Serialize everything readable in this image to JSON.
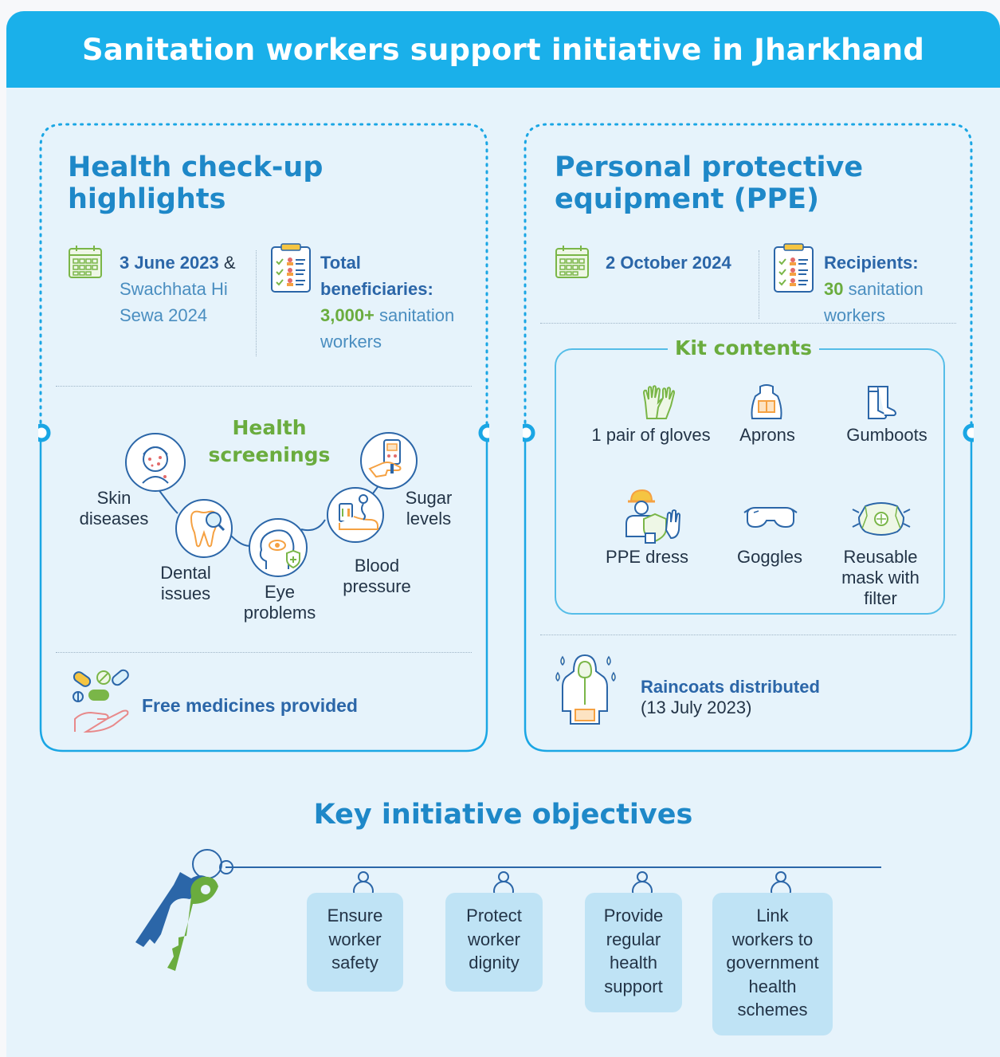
{
  "title": "Sanitation workers support initiative in Jharkhand",
  "health": {
    "heading_line1": "Health check-up",
    "heading_line2": "highlights",
    "date_bold": "3 June 2023",
    "date_amp": " &",
    "date_line2": "Swachhata Hi",
    "date_line3": "Sewa 2024",
    "beneficiaries_label_line1": "Total",
    "beneficiaries_label_line2": "beneficiaries:",
    "beneficiaries_value": "3,000+",
    "beneficiaries_rest1": " sanitation",
    "beneficiaries_rest2": "workers",
    "screenings_title_line1": "Health",
    "screenings_title_line2": "screenings",
    "screenings": [
      {
        "line1": "Skin",
        "line2": "diseases",
        "icon": "face-rash-icon"
      },
      {
        "line1": "Dental",
        "line2": "issues",
        "icon": "tooth-magnifier-icon"
      },
      {
        "line1": "Eye",
        "line2": "problems",
        "icon": "eye-head-icon"
      },
      {
        "line1": "Blood",
        "line2": "pressure",
        "icon": "blood-pressure-icon"
      },
      {
        "line1": "Sugar",
        "line2": "levels",
        "icon": "glucometer-icon"
      }
    ],
    "medicines": "Free medicines provided"
  },
  "ppe": {
    "heading_line1": "Personal protective",
    "heading_line2": "equipment (PPE)",
    "date": "2 October 2024",
    "recipients_label": "Recipients:",
    "recipients_value": "30",
    "recipients_rest1": " sanitation",
    "recipients_rest2": "workers",
    "kit_title": "Kit contents",
    "kit_items": [
      {
        "label": "1 pair of gloves",
        "icon": "gloves-icon"
      },
      {
        "label": "Aprons",
        "icon": "apron-icon"
      },
      {
        "label": "Gumboots",
        "icon": "gumboots-icon"
      },
      {
        "label": "PPE dress",
        "icon": "ppe-worker-icon"
      },
      {
        "label": "Goggles",
        "icon": "goggles-icon"
      },
      {
        "label_line1": "Reusable",
        "label_line2": "mask with",
        "label_line3": "filter",
        "icon": "mask-icon"
      }
    ],
    "raincoats_title": "Raincoats distributed",
    "raincoats_date": "(13 July 2023)"
  },
  "objectives": {
    "title": "Key initiative objectives",
    "items": [
      {
        "lines": [
          "Ensure",
          "worker",
          "safety"
        ]
      },
      {
        "lines": [
          "Protect",
          "worker",
          "dignity"
        ]
      },
      {
        "lines": [
          "Provide",
          "regular",
          "health",
          "support"
        ]
      },
      {
        "lines": [
          "Link",
          "workers to",
          "government",
          "health",
          "schemes"
        ]
      }
    ]
  },
  "colors": {
    "header": "#1ab0ea",
    "background": "#e6f3fb",
    "heading_blue": "#1e88c8",
    "accent_green": "#6aac3e",
    "card_blue": "#bfe3f5"
  }
}
